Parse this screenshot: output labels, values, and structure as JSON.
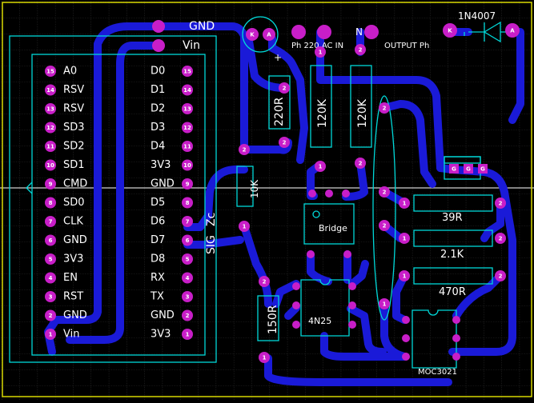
{
  "colors": {
    "background": "#000000",
    "grid": "#4a4a4a",
    "trace": "#1a1ad8",
    "pad": "#c81ec8",
    "silkscreen": "#00d8d8",
    "text": "#ffffff",
    "board_edge": "#d8d800"
  },
  "connectors": {
    "top_left": [
      "GND",
      "Vin"
    ],
    "ac_in_label": "Ph 220 AC IN",
    "ac_pads": [
      "N"
    ],
    "output_label": "OUTPUT Ph",
    "led_pads": [
      "K",
      "A"
    ]
  },
  "module": {
    "left_pins": [
      "A0",
      "RSV",
      "RSV",
      "SD3",
      "SD2",
      "SD1",
      "CMD",
      "SD0",
      "CLK",
      "GND",
      "3V3",
      "EN",
      "RST",
      "GND",
      "Vin"
    ],
    "right_pins": [
      "D0",
      "D1",
      "D2",
      "D3",
      "D4",
      "3V3",
      "GND",
      "D5",
      "D6",
      "D7",
      "D8",
      "RX",
      "TX",
      "GND",
      "3V3"
    ],
    "left_pad_numbers": [
      "15",
      "14",
      "13",
      "12",
      "11",
      "10",
      "9",
      "8",
      "7",
      "6",
      "5",
      "4",
      "3",
      "2",
      "1"
    ],
    "right_pad_numbers": [
      "15",
      "14",
      "13",
      "12",
      "11",
      "10",
      "9",
      "8",
      "7",
      "6",
      "5",
      "4",
      "3",
      "2",
      "1"
    ]
  },
  "components": {
    "diode": "1N4007",
    "r_220": "220R",
    "r_120k_a": "120K",
    "r_120k_b": "120K",
    "r_10k": "10K",
    "r_150": "150R",
    "r_39": "39R",
    "r_2k1": "2.1K",
    "r_470": "470R",
    "bridge": "Bridge",
    "opto": "4N25",
    "triac_driver": "MOC3021",
    "zc": "Zc",
    "sig": "SIG",
    "tri_pads": [
      "G",
      "G",
      "G"
    ]
  },
  "pad_labels": {
    "one": "1",
    "two": "2",
    "plus": "+"
  }
}
